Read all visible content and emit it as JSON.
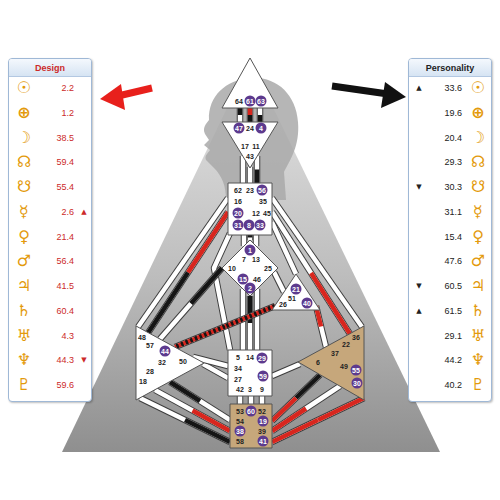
{
  "diagram": {
    "nodes": [
      {
        "text": [
          "Design"
        ]
      },
      {
        "text": [
          "Personality"
        ]
      },
      {
        "text": [
          "64",
          "61",
          "63"
        ]
      },
      {
        "text": [
          "47",
          "24",
          "4",
          "17",
          "11",
          "43"
        ]
      },
      {
        "text": [
          "62",
          "23",
          "56",
          "16",
          "35",
          "20",
          "12",
          "31",
          "8",
          "33",
          "45"
        ]
      },
      {
        "text": [
          "1",
          "7",
          "13",
          "10",
          "25",
          "15",
          "46",
          "2"
        ]
      },
      {
        "text": [
          "21",
          "51",
          "26",
          "40"
        ]
      },
      {
        "text": [
          "48",
          "57",
          "44",
          "50",
          "32",
          "28",
          "18"
        ]
      },
      {
        "text": [
          "5",
          "14",
          "29",
          "34",
          "27",
          "59",
          "42",
          "3",
          "9"
        ]
      },
      {
        "text": [
          "36",
          "22",
          "37",
          "6",
          "49",
          "55",
          "30"
        ]
      },
      {
        "text": [
          "53",
          "60",
          "52",
          "54",
          "19",
          "38",
          "39",
          "58",
          "41"
        ]
      }
    ],
    "edges": [
      {
        "from": 2,
        "to": 3,
        "arrow": "none"
      },
      {
        "from": 2,
        "to": 3,
        "arrow": "none"
      },
      {
        "from": 2,
        "to": 3,
        "arrow": "none"
      },
      {
        "from": 3,
        "to": 4,
        "arrow": "none"
      },
      {
        "from": 3,
        "to": 4,
        "arrow": "none"
      },
      {
        "from": 3,
        "to": 4,
        "arrow": "none"
      },
      {
        "from": 4,
        "to": 5,
        "arrow": "none"
      },
      {
        "from": 4,
        "to": 5,
        "arrow": "none"
      },
      {
        "from": 4,
        "to": 5,
        "arrow": "none"
      },
      {
        "from": 4,
        "to": 6,
        "arrow": "none"
      },
      {
        "from": 4,
        "to": 7,
        "arrow": "none"
      },
      {
        "from": 4,
        "to": 7,
        "arrow": "none"
      },
      {
        "from": 4,
        "to": 8,
        "arrow": "none"
      },
      {
        "from": 4,
        "to": 9,
        "arrow": "none"
      },
      {
        "from": 4,
        "to": 9,
        "arrow": "none"
      },
      {
        "from": 5,
        "to": 7,
        "arrow": "none"
      },
      {
        "from": 5,
        "to": 8,
        "arrow": "none"
      },
      {
        "from": 5,
        "to": 8,
        "arrow": "none"
      },
      {
        "from": 5,
        "to": 8,
        "arrow": "none"
      },
      {
        "from": 5,
        "to": 6,
        "arrow": "none"
      },
      {
        "from": 6,
        "to": 9,
        "arrow": "none"
      },
      {
        "from": 6,
        "to": 7,
        "arrow": "none"
      },
      {
        "from": 8,
        "to": 7,
        "arrow": "none"
      },
      {
        "from": 8,
        "to": 7,
        "arrow": "none"
      },
      {
        "from": 8,
        "to": 9,
        "arrow": "none"
      },
      {
        "from": 8,
        "to": 10,
        "arrow": "none"
      },
      {
        "from": 8,
        "to": 10,
        "arrow": "none"
      },
      {
        "from": 8,
        "to": 10,
        "arrow": "none"
      },
      {
        "from": 7,
        "to": 10,
        "arrow": "none"
      },
      {
        "from": 7,
        "to": 10,
        "arrow": "none"
      },
      {
        "from": 7,
        "to": 10,
        "arrow": "none"
      },
      {
        "from": 9,
        "to": 10,
        "arrow": "none"
      },
      {
        "from": 9,
        "to": 10,
        "arrow": "none"
      },
      {
        "from": 9,
        "to": 10,
        "arrow": "none"
      }
    ],
    "labels": [
      "☉",
      "2.2",
      "⊕",
      "1.2",
      "☽",
      "38.5",
      "☊",
      "59.4",
      "☋",
      "55.4",
      "☿",
      "2.6",
      "▲",
      "♀",
      "21.4",
      "♂",
      "56.4",
      "♃",
      "41.5",
      "♄",
      "60.4",
      "♅",
      "4.3",
      "♆",
      "44.3",
      "▼",
      "♇",
      "59.6",
      "▲",
      "33.6",
      "☉",
      "19.6",
      "⊕",
      "20.4",
      "☽",
      "29.3",
      "☊",
      "▼",
      "30.3",
      "☋",
      "31.1",
      "☿",
      "15.4",
      "♀",
      "47.6",
      "♂",
      "▼",
      "60.5",
      "♃",
      "▲",
      "61.5",
      "♄",
      "29.1",
      "♅",
      "44.2",
      "♆",
      "40.2",
      "♇"
    ]
  }
}
